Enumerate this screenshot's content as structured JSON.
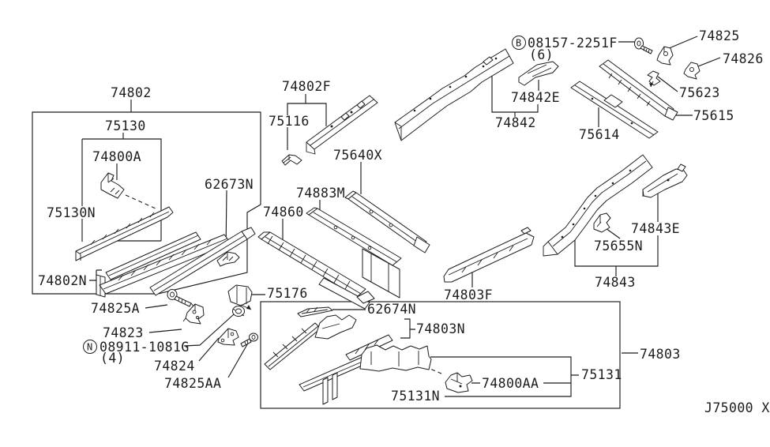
{
  "figure": {
    "code": "J75000 X"
  },
  "colors": {
    "line": "#1c1c1c",
    "background": "#ffffff"
  },
  "labels": {
    "p74802": "74802",
    "p75130": "75130",
    "p74800A": "74800A",
    "p75130N": "75130N",
    "p74802N": "74802N",
    "p62673N": "62673N",
    "p74825A": "74825A",
    "p74823": "74823",
    "bolt_b_symbol": "B",
    "bolt_b_code": "08157-2251F",
    "bolt_b_qty": "(6)",
    "nut_n_symbol": "N",
    "nut_n_code": "08911-1081G",
    "nut_n_qty": "(4)",
    "p74824": "74824",
    "p74825AA": "74825AA",
    "p75176": "75176",
    "p74802F": "74802F",
    "p75116": "75116",
    "p75640X": "75640X",
    "p74883M": "74883M",
    "p74860": "74860",
    "p74842E": "74842E",
    "p74842": "74842",
    "p75614": "75614",
    "p75615": "75615",
    "p74825": "74825",
    "p74826": "74826",
    "p75623": "75623",
    "p74803F": "74803F",
    "p62674N": "62674N",
    "p74803N": "74803N",
    "p75655N": "75655N",
    "p74843E": "74843E",
    "p74843": "74843",
    "p74803": "74803",
    "p75131": "75131",
    "p74800AA": "74800AA",
    "p75131N": "75131N"
  }
}
